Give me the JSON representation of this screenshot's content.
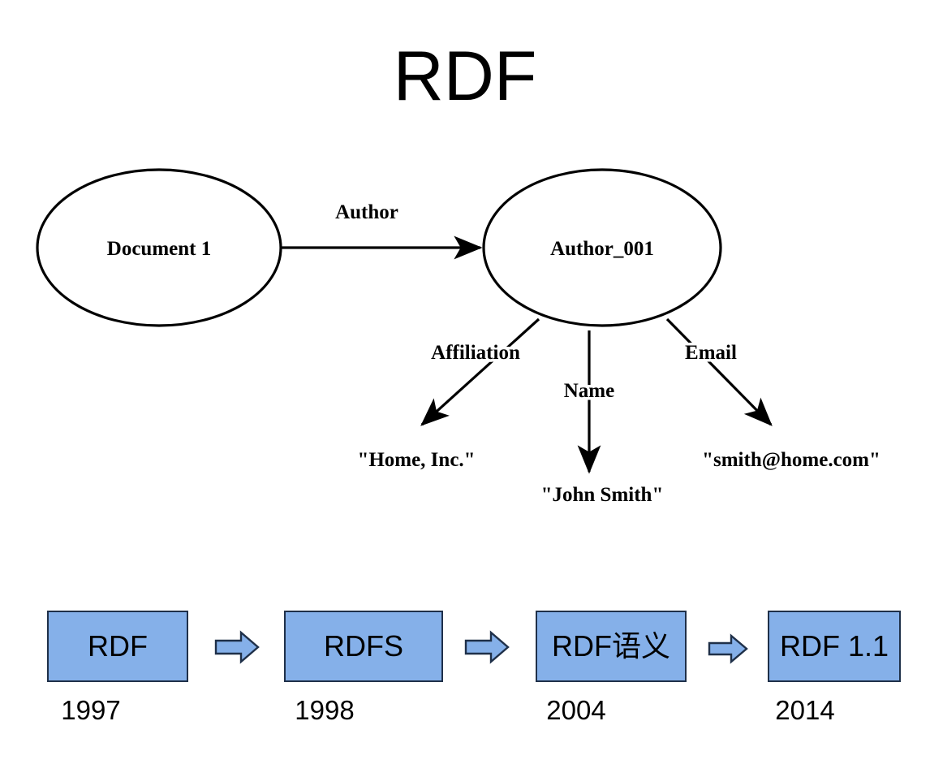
{
  "slide": {
    "title": "RDF"
  },
  "graph": {
    "nodes": [
      {
        "id": "document",
        "label": "Document 1"
      },
      {
        "id": "author",
        "label": "Author_001"
      }
    ],
    "edges": [
      {
        "id": "author-edge",
        "label": "Author"
      },
      {
        "id": "affiliation-edge",
        "label": "Affiliation"
      },
      {
        "id": "name-edge",
        "label": "Name"
      },
      {
        "id": "email-edge",
        "label": "Email"
      }
    ],
    "leaves": [
      {
        "id": "affiliation-value",
        "label": "\"Home, Inc.\""
      },
      {
        "id": "name-value",
        "label": "\"John Smith\""
      },
      {
        "id": "email-value",
        "label": "\"smith@home.com\""
      }
    ]
  },
  "timeline": {
    "fill_color": "#85B0E9",
    "border_color": "#1F3049",
    "steps": [
      {
        "label": "RDF",
        "year": "1997"
      },
      {
        "label": "RDFS",
        "year": "1998"
      },
      {
        "label": "RDF语义",
        "year": "2004"
      },
      {
        "label": "RDF 1.1",
        "year": "2014"
      }
    ],
    "arrows": [
      {
        "id": "arrow-1"
      },
      {
        "id": "arrow-2"
      },
      {
        "id": "arrow-3"
      }
    ]
  }
}
